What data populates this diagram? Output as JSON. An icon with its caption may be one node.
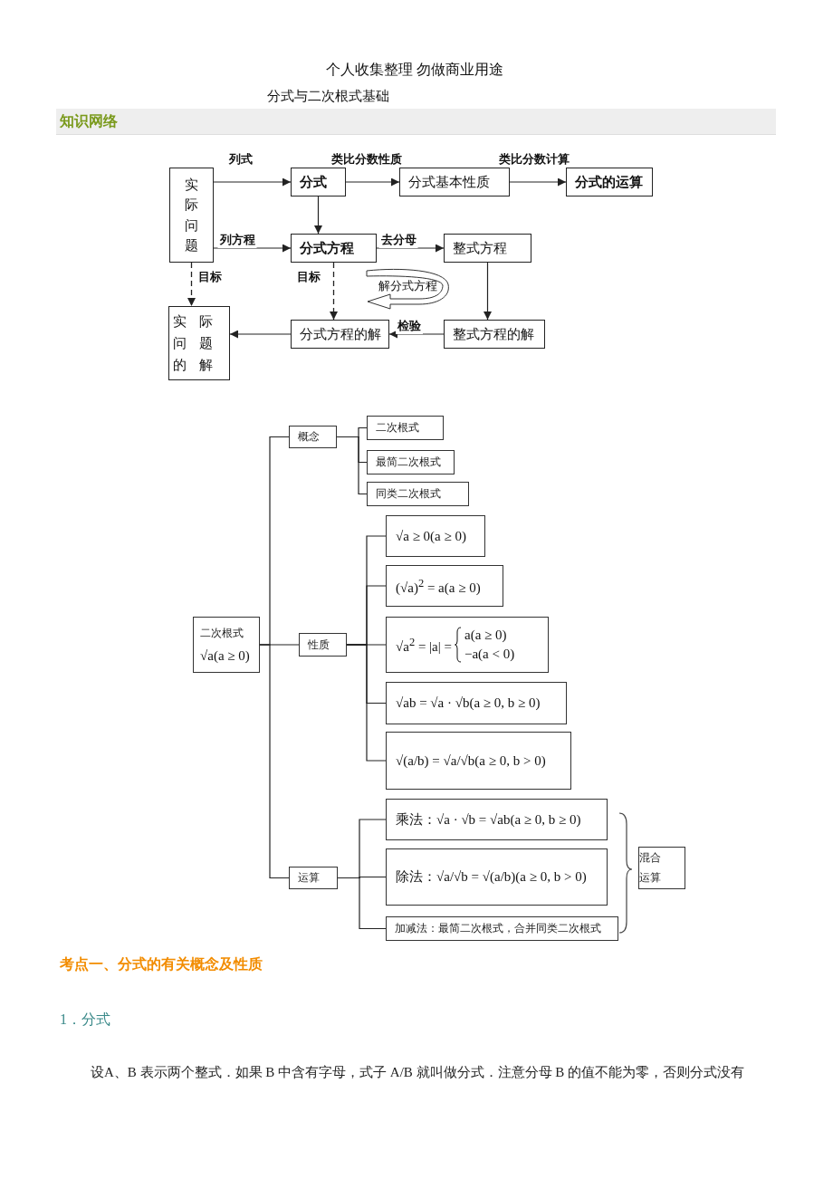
{
  "diagram": {
    "title": "分式与二次根式基础",
    "nodes": [
      {
        "text": [
          "实际问题"
        ]
      },
      {
        "text": [
          "分式"
        ]
      },
      {
        "text": [
          "分式基本性质"
        ]
      },
      {
        "text": [
          "分式的运算"
        ]
      },
      {
        "text": [
          "分式方程"
        ]
      },
      {
        "text": [
          "整式方程"
        ]
      },
      {
        "text": [
          "实际问题的解"
        ]
      },
      {
        "text": [
          "分式方程的解"
        ]
      },
      {
        "text": [
          "整式方程的解"
        ]
      },
      {
        "text": [
          "解分式方程"
        ]
      },
      {
        "text": [
          "二次根式",
          "√a(a ≥ 0)"
        ]
      },
      {
        "text": [
          "概念"
        ]
      },
      {
        "text": [
          "二次根式"
        ]
      },
      {
        "text": [
          "最简二次根式"
        ]
      },
      {
        "text": [
          "同类二次根式"
        ]
      },
      {
        "text": [
          "性质"
        ]
      },
      {
        "text": [
          "√a ≥ 0(a ≥ 0)"
        ]
      },
      {
        "text": [
          "(√a)$^{2}$ = a(a ≥ 0)"
        ]
      },
      {
        "text": [
          "√a$^{2}$ = |a| =",
          "a(a ≥ 0)",
          "−a(a < 0)"
        ]
      },
      {
        "text": [
          "√ab = √a · √b(a ≥ 0, b ≥ 0)"
        ]
      },
      {
        "text": [
          "√(a/b) = √a/√b(a ≥ 0, b > 0)"
        ]
      },
      {
        "text": [
          "运算"
        ]
      },
      {
        "text": [
          "乘法：√a · √b = √ab(a ≥ 0, b ≥ 0)"
        ]
      },
      {
        "text": [
          "除法：√a/√b = √(a/b)(a ≥ 0, b > 0)"
        ]
      },
      {
        "text": [
          "加减法：最简二次根式，合并同类二次根式"
        ]
      },
      {
        "text": [
          "混合运算"
        ]
      }
    ],
    "edges": [
      {
        "from": 0,
        "to": 1,
        "arrow": "to",
        "label": "列式"
      },
      {
        "from": 1,
        "to": 2,
        "arrow": "to",
        "label": "类比分数性质"
      },
      {
        "from": 2,
        "to": 3,
        "arrow": "to",
        "label": "类比分数计算"
      },
      {
        "from": 1,
        "to": 4,
        "arrow": "to"
      },
      {
        "from": 0,
        "to": 4,
        "arrow": "to",
        "label": "列方程"
      },
      {
        "from": 4,
        "to": 5,
        "arrow": "to",
        "label": "去分母"
      },
      {
        "from": 0,
        "to": 6,
        "arrow": "to",
        "label": "目标",
        "style": "dashed"
      },
      {
        "from": 4,
        "to": 7,
        "arrow": "to",
        "label": "目标",
        "style": "dashed"
      },
      {
        "from": 5,
        "to": 8,
        "arrow": "to"
      },
      {
        "from": 8,
        "to": 7,
        "arrow": "to",
        "label": "检验"
      },
      {
        "from": 7,
        "to": 6,
        "arrow": "to"
      },
      {
        "from": 10,
        "to": 11,
        "arrow": "none"
      },
      {
        "from": 10,
        "to": 15,
        "arrow": "none"
      },
      {
        "from": 10,
        "to": 21,
        "arrow": "none"
      },
      {
        "from": 11,
        "to": 12,
        "arrow": "none"
      },
      {
        "from": 11,
        "to": 13,
        "arrow": "none"
      },
      {
        "from": 11,
        "to": 14,
        "arrow": "none"
      },
      {
        "from": 15,
        "to": 16,
        "arrow": "none"
      },
      {
        "from": 15,
        "to": 17,
        "arrow": "none"
      },
      {
        "from": 15,
        "to": 18,
        "arrow": "none"
      },
      {
        "from": 15,
        "to": 19,
        "arrow": "none"
      },
      {
        "from": 15,
        "to": 20,
        "arrow": "none"
      },
      {
        "from": 21,
        "to": 22,
        "arrow": "none"
      },
      {
        "from": 21,
        "to": 23,
        "arrow": "none"
      },
      {
        "from": 21,
        "to": 24,
        "arrow": "none"
      }
    ],
    "labels": [
      "个人收集整理 勿做商业用途",
      "知识网络",
      "考点一、分式的有关概念及性质",
      "1．分式",
      "设A、B 表示两个整式．如果 B 中含有字母，式子 A/B 就叫做分式．注意分母 B 的值不能为零，否则分式没有"
    ]
  }
}
